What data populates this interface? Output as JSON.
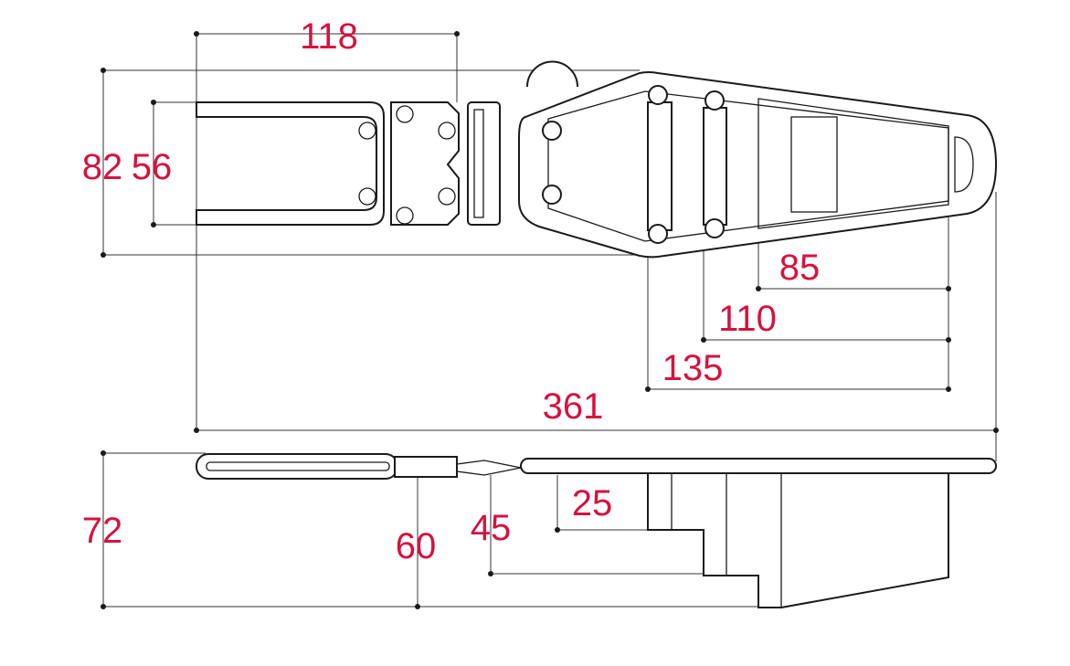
{
  "diagram": {
    "accent_color": "#d6123e",
    "top_view": {
      "dim_hinge_length": "118",
      "dim_body_height": "82",
      "dim_plate_height": "56",
      "dim_pocket_1": "85",
      "dim_pocket_2": "110",
      "dim_pocket_3": "135",
      "dim_total_length": "361"
    },
    "side_view": {
      "dim_total_depth": "72",
      "dim_hinge_depth": "60",
      "dim_mid_depth": "45",
      "dim_small_depth": "25"
    }
  }
}
